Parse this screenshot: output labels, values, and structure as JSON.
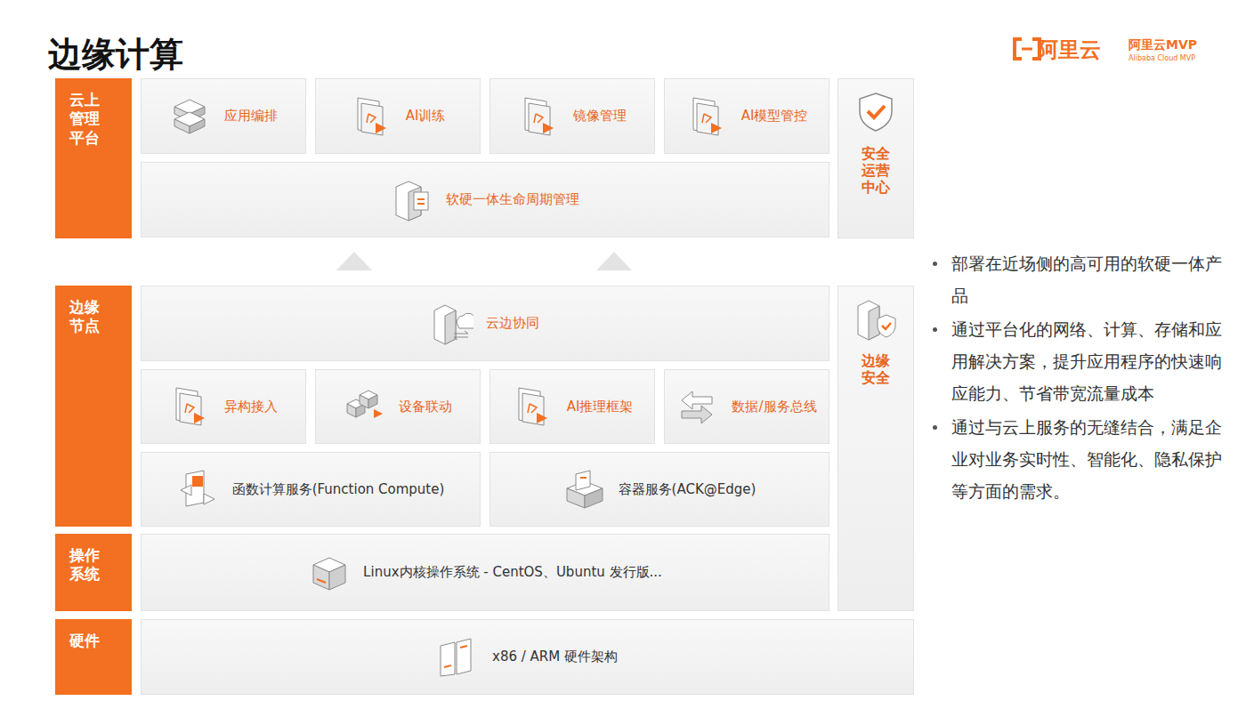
{
  "diagram": {
    "title": "边缘计算",
    "nodes": [
      {
        "text": [
          "云上管理平台"
        ]
      },
      {
        "text": [
          "应用编排"
        ]
      },
      {
        "text": [
          "AI训练"
        ]
      },
      {
        "text": [
          "镜像管理"
        ]
      },
      {
        "text": [
          "AI模型管控"
        ]
      },
      {
        "text": [
          "软硬一体生命周期管理"
        ]
      },
      {
        "text": [
          "安全运营中心"
        ]
      },
      {
        "text": [
          "边缘节点"
        ]
      },
      {
        "text": [
          "云边协同"
        ]
      },
      {
        "text": [
          "异构接入"
        ]
      },
      {
        "text": [
          "设备联动"
        ]
      },
      {
        "text": [
          "AI推理框架"
        ]
      },
      {
        "text": [
          "数据/服务总线"
        ]
      },
      {
        "text": [
          "函数计算服务(Function Compute)"
        ]
      },
      {
        "text": [
          "容器服务(ACK@Edge)"
        ]
      },
      {
        "text": [
          "边缘安全"
        ]
      },
      {
        "text": [
          "操作系统"
        ]
      },
      {
        "text": [
          "Linux内核操作系统 - CentOS、Ubuntu 发行版..."
        ]
      },
      {
        "text": [
          "硬件"
        ]
      },
      {
        "text": [
          "x86 / ARM 硬件架构"
        ]
      }
    ],
    "labels": [
      "阿里云",
      "阿里云MVP",
      "Alibaba Cloud MVP",
      "部署在近场侧的高可用的软硬一体产品",
      "通过平台化的网络、计算、存储和应用解决方案，提升应用程序的快速响应能力、节省带宽流量成本",
      "通过与云上服务的无缝结合，满足企业对业务实时性、智能化、隐私保护等方面的需求。"
    ]
  }
}
